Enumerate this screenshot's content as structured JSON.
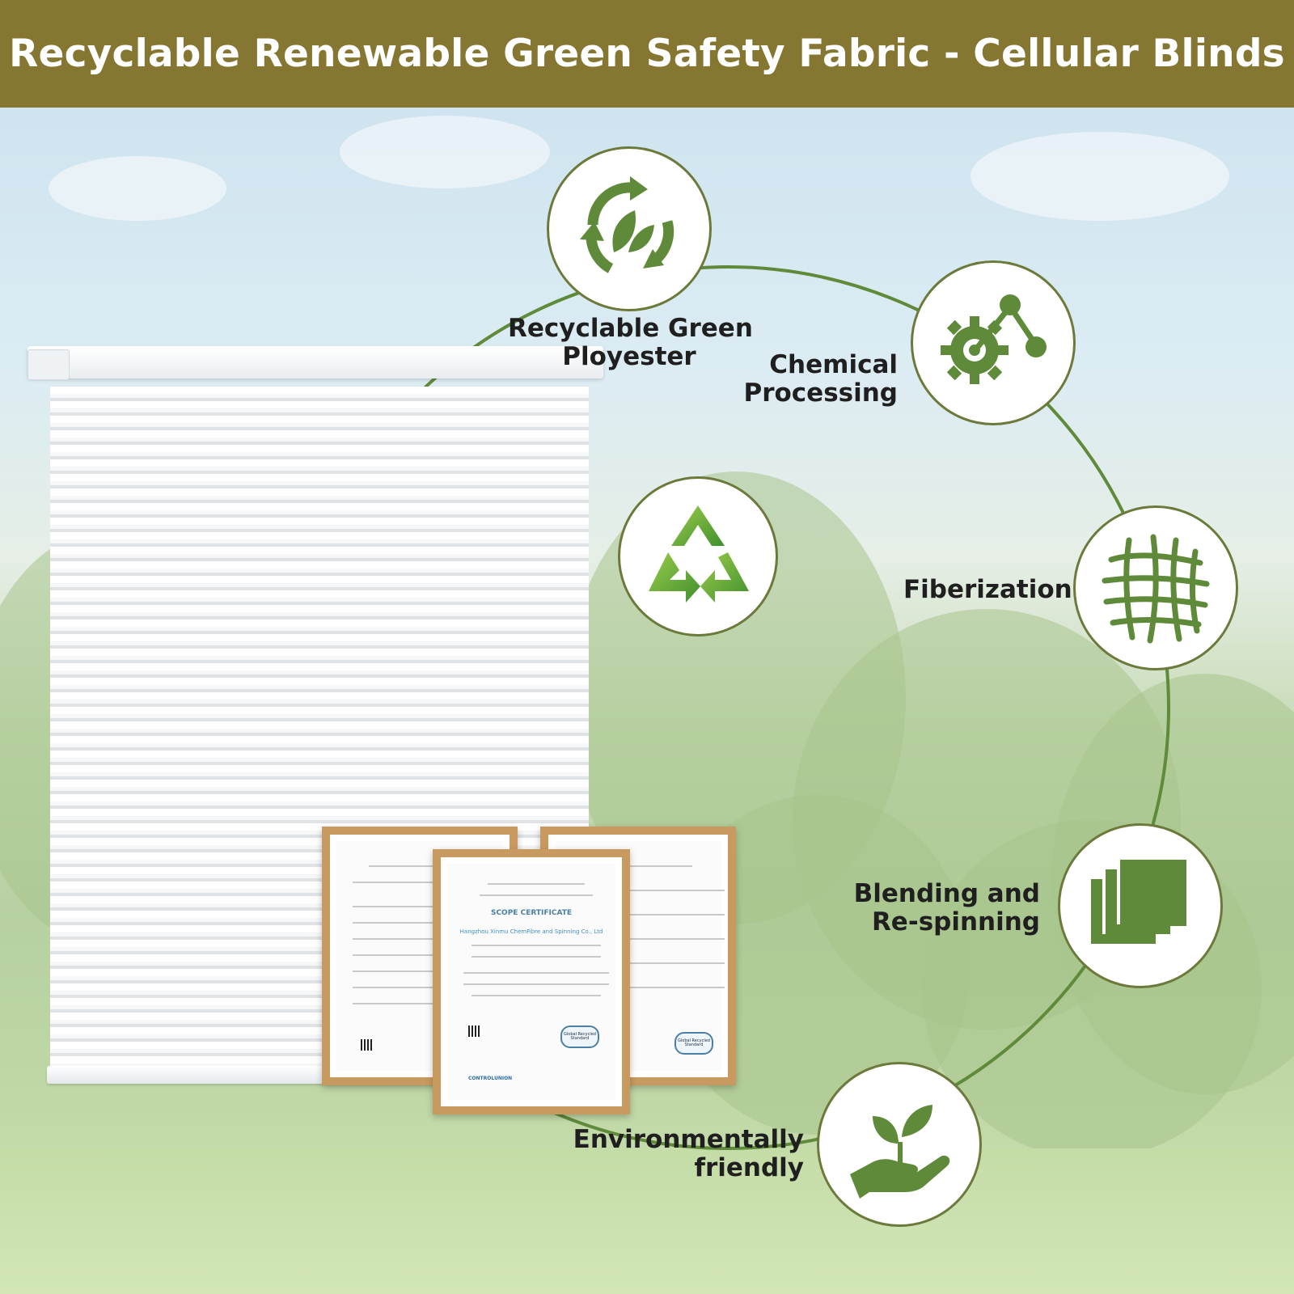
{
  "banner": {
    "title": "Recyclable Renewable Green Safety Fabric - Cellular Blinds",
    "background_color": "#857631",
    "text_color": "#ffffff"
  },
  "accent_color": "#5f8a3a",
  "steps": [
    {
      "label_line1": "Recyclable Green",
      "label_line2": "Ployester",
      "icon": "recycle-leaf-icon"
    },
    {
      "label_line1": "Chemical",
      "label_line2": "Processing",
      "icon": "gear-molecule-icon"
    },
    {
      "label_line1": "Fiberization",
      "label_line2": "",
      "icon": "fiber-mesh-icon"
    },
    {
      "label_line1": "Blending and",
      "label_line2": "Re-spinning",
      "icon": "stacked-squares-icon"
    },
    {
      "label_line1": "Environmentally",
      "label_line2": "friendly",
      "icon": "hand-sprout-icon"
    }
  ],
  "center_icon": "recycle-arrows-icon",
  "certificates": {
    "title": "SCOPE CERTIFICATE",
    "company": "Hangzhou Xinmu ChemFibre and Spinning Co., Ltd",
    "badge": "Global Recycled Standard",
    "issuer": "CONTROLUNION"
  }
}
